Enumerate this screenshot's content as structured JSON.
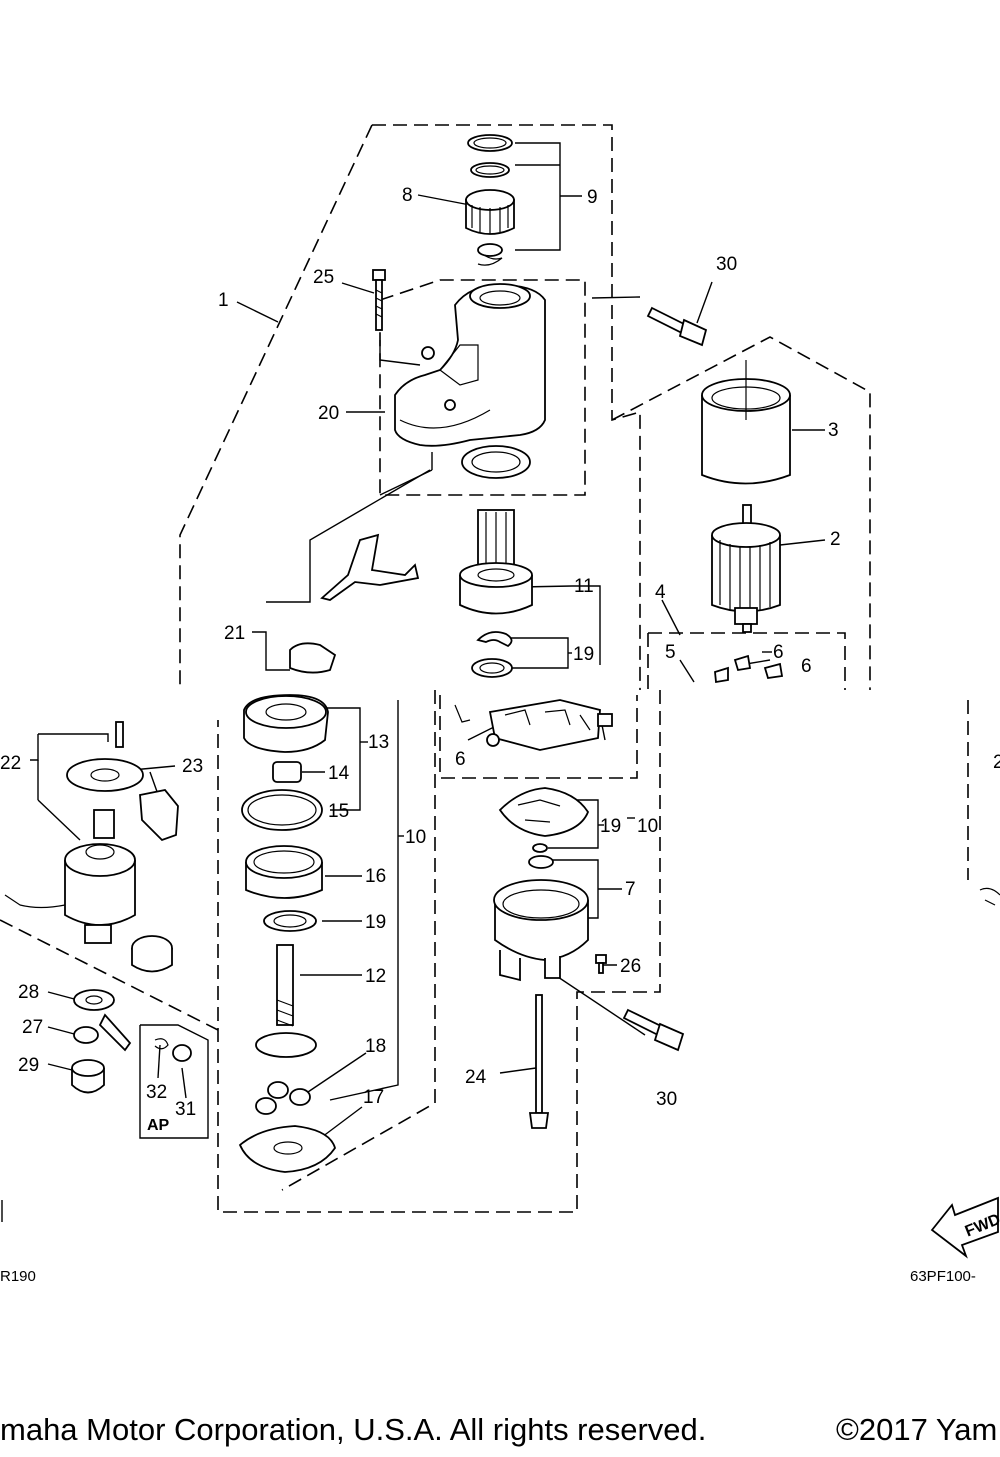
{
  "callouts": {
    "c1": "1",
    "c2": "2",
    "c3": "3",
    "c4": "4",
    "c5": "5",
    "c6a": "6",
    "c6b": "6",
    "c6c": "6",
    "c7": "7",
    "c8": "8",
    "c9": "9",
    "c10a": "10",
    "c10b": "10",
    "c11": "11",
    "c12": "12",
    "c13": "13",
    "c14": "14",
    "c15": "15",
    "c16": "16",
    "c17": "17",
    "c18": "18",
    "c19a": "19",
    "c19b": "19",
    "c19c": "19",
    "c20": "20",
    "c21": "21",
    "c22": "22",
    "c23": "23",
    "c24": "24",
    "c25": "25",
    "c26": "26",
    "c27": "27",
    "c28": "28",
    "c29": "29",
    "c30a": "30",
    "c30b": "30",
    "c31": "31",
    "c32": "32",
    "c2edge": "2"
  },
  "labels": {
    "ap": "AP",
    "fwd": "FWD",
    "code_left": "R190",
    "code_right": "63PF100-"
  },
  "footer": {
    "left": "maha Motor Corporation, U.S.A. All rights reserved.",
    "right": "©2017 Yam"
  }
}
